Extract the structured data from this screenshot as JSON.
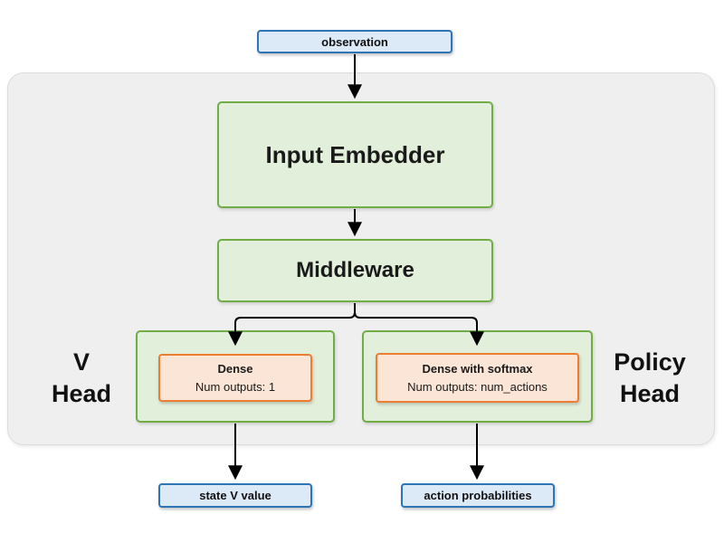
{
  "diagram": {
    "observation": "observation",
    "input_embedder": "Input Embedder",
    "middleware": "Middleware",
    "v_head": {
      "label_line1": "V",
      "label_line2": "Head",
      "dense_title": "Dense",
      "dense_subtitle": "Num outputs: 1"
    },
    "policy_head": {
      "label_line1": "Policy",
      "label_line2": "Head",
      "dense_title": "Dense with softmax",
      "dense_subtitle": "Num outputs: num_actions"
    },
    "outputs": {
      "state_value": "state V value",
      "action_probabilities": "action probabilities"
    },
    "colors": {
      "blue_border": "#2e75b6",
      "blue_fill": "#dce9f7",
      "green_border": "#70ad47",
      "green_fill": "#e2efda",
      "orange_border": "#ed7d31",
      "orange_fill": "#fbe5d6",
      "container_fill": "#efeff0",
      "arrow": "#000000"
    }
  }
}
